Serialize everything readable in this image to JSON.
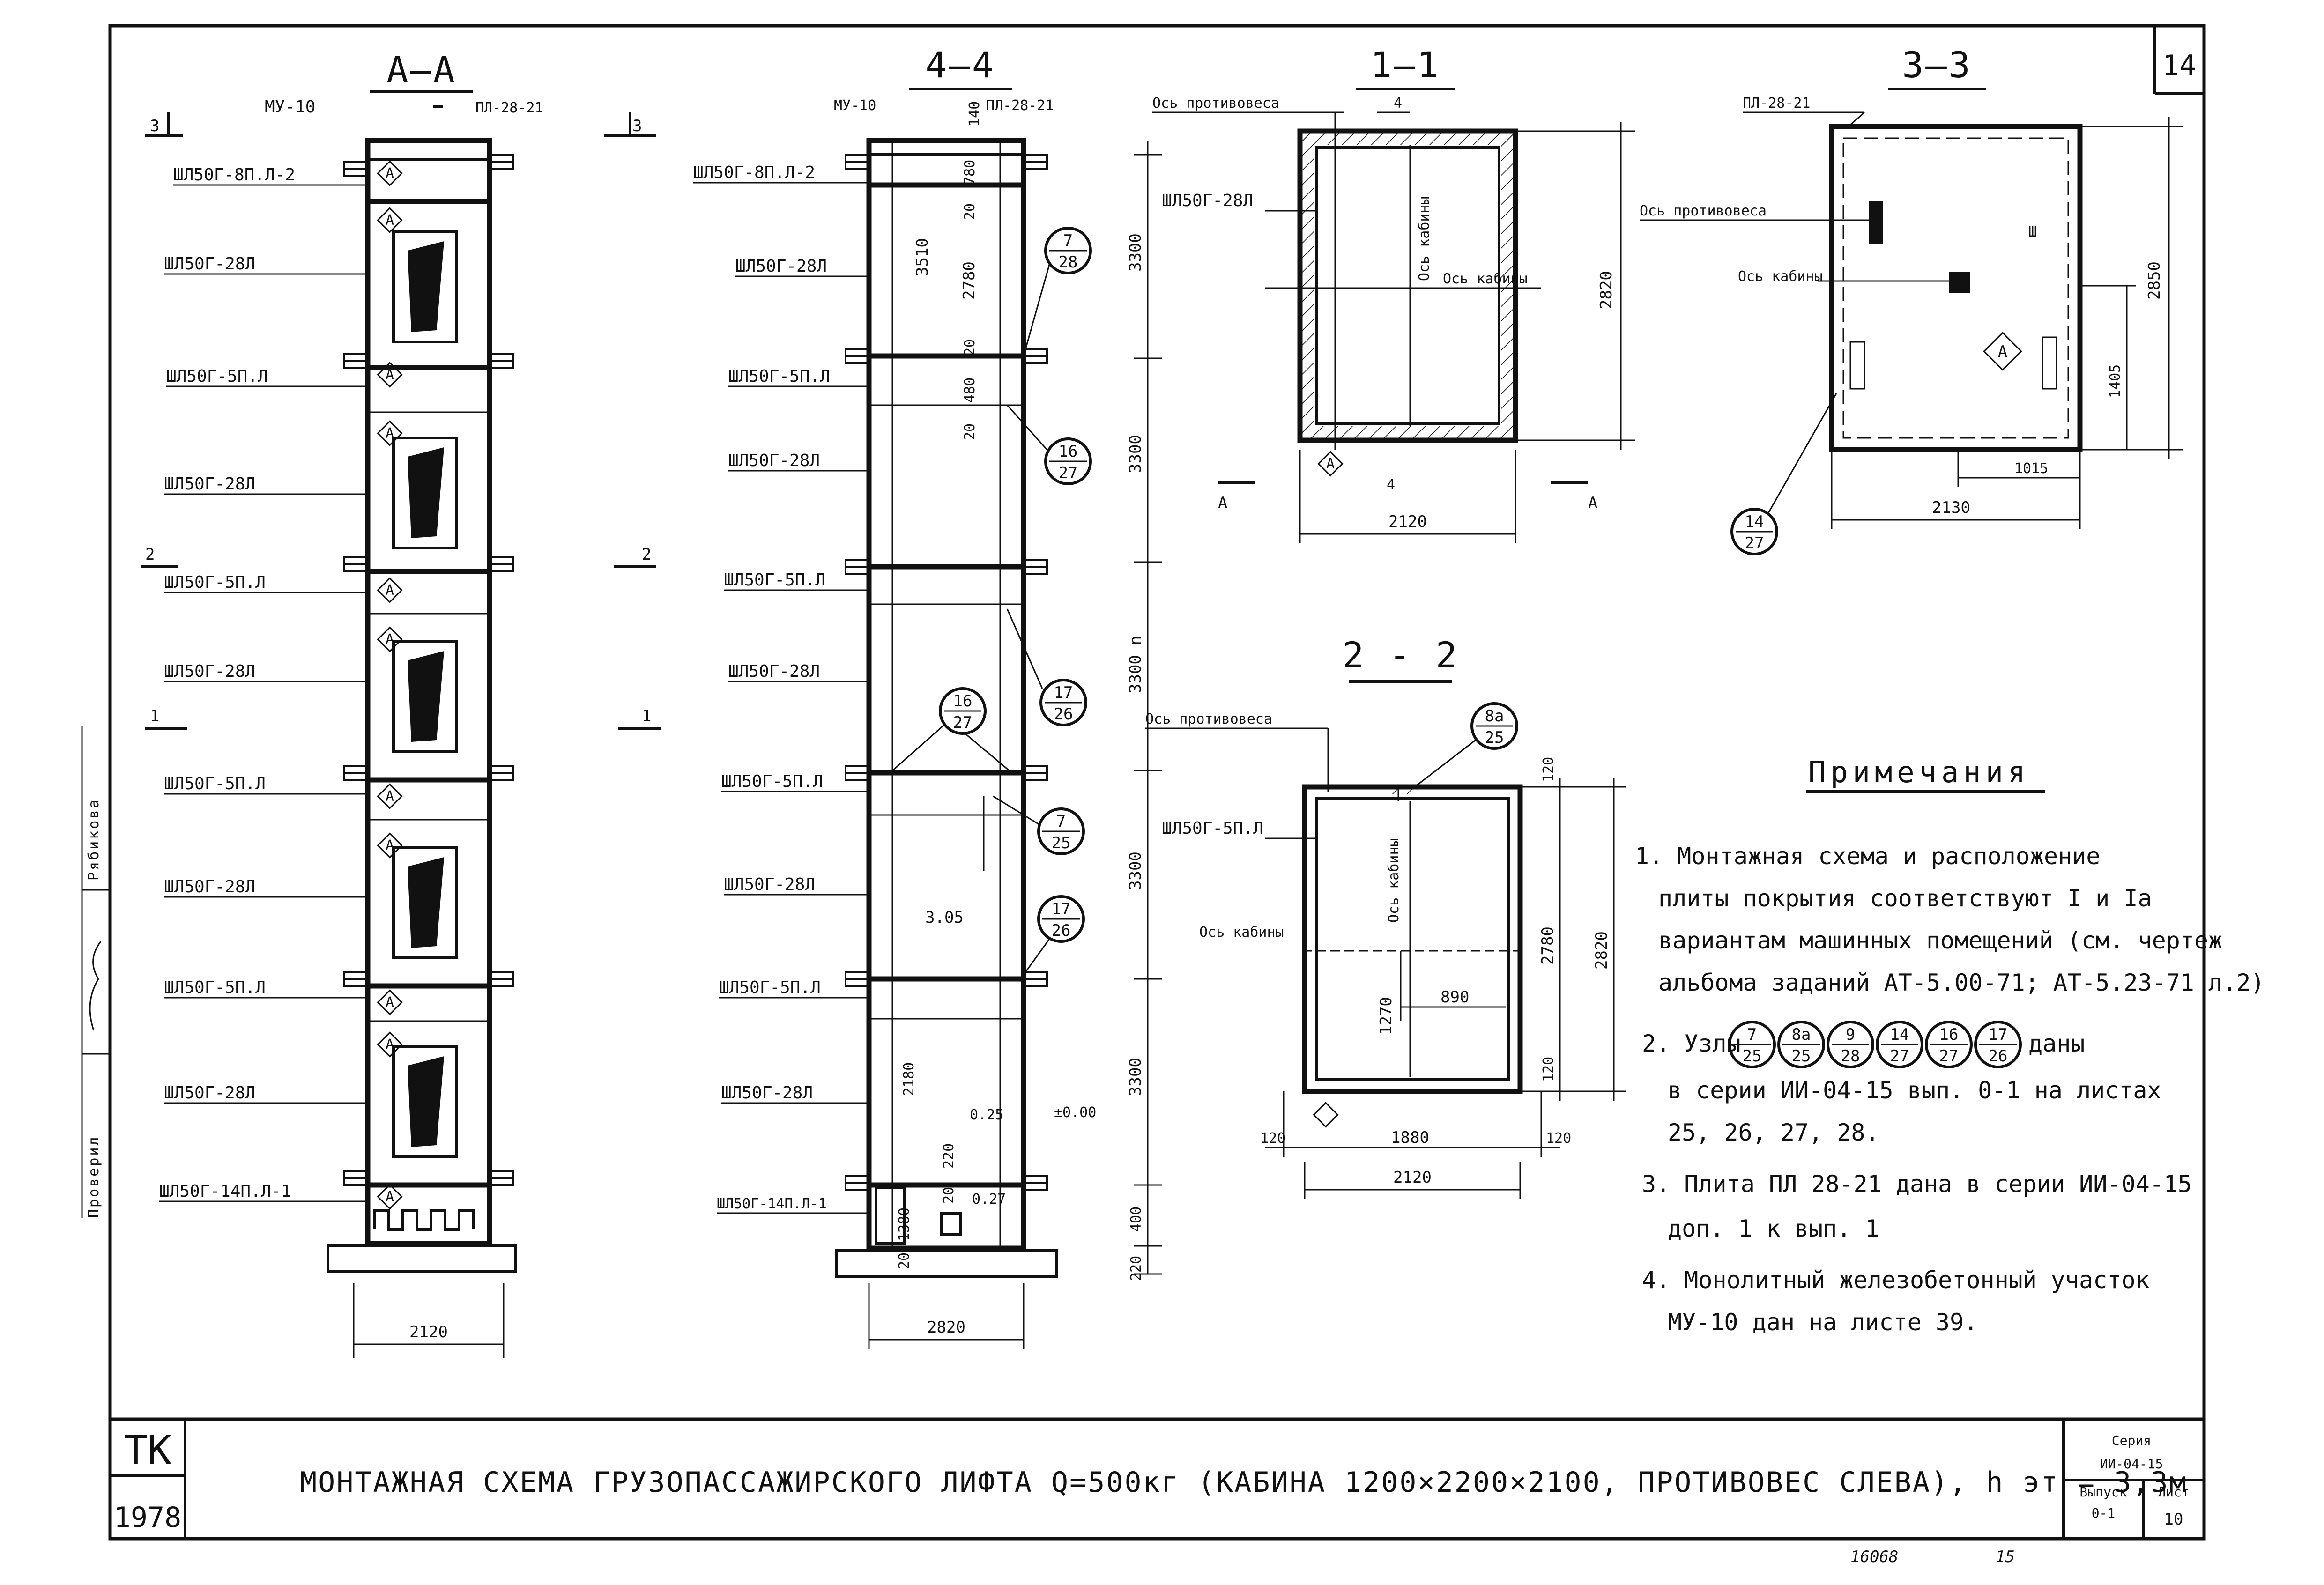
{
  "sheet_no": "14",
  "sections": {
    "aa": {
      "title": "А–А",
      "mu": "МУ-10",
      "pl": "ПЛ-28-21",
      "cut3": "3",
      "cut2": "2",
      "cut1": "1",
      "node_letter": "А",
      "labels": [
        "ШЛ50Г-8П.Л-2",
        "ШЛ50Г-28Л",
        "ШЛ50Г-5П.Л",
        "ШЛ50Г-28Л",
        "ШЛ50Г-5П.Л",
        "ШЛ50Г-28Л",
        "ШЛ50Г-5П.Л",
        "ШЛ50Г-28Л",
        "ШЛ50Г-5П.Л",
        "ШЛ50Г-28Л",
        "ШЛ50Г-14П.Л-1"
      ],
      "width_dim": "2120"
    },
    "s44": {
      "title": "4–4",
      "mu": "МУ-10",
      "pl": "ПЛ-28-21",
      "labels": [
        "ШЛ50Г-8П.Л-2",
        "ШЛ50Г-28Л",
        "ШЛ50Г-5П.Л",
        "ШЛ50Г-28Л",
        "ШЛ50Г-5П.Л",
        "ШЛ50Г-28Л",
        "ШЛ50Г-5П.Л",
        "ШЛ50Г-28Л",
        "ШЛ50Г-5П.Л",
        "ШЛ50Г-28Л",
        "ШЛ50Г-14П.Л-1"
      ],
      "inner_dims": [
        "140",
        "780",
        "3510",
        "20",
        "2780",
        "20",
        "480",
        "20",
        "3.05",
        "2180",
        "220",
        "20",
        "0.25",
        "0.27",
        "1380",
        "20",
        "±0.00"
      ],
      "level_dims": [
        "3300",
        "3300",
        "3300 n",
        "3300",
        "3300",
        "400",
        "220"
      ],
      "nodes": [
        {
          "num": "7",
          "den": "28"
        },
        {
          "num": "16",
          "den": "27"
        },
        {
          "num": "17",
          "den": "26"
        },
        {
          "num": "16",
          "den": "27"
        },
        {
          "num": "7",
          "den": "25"
        },
        {
          "num": "17",
          "den": "26"
        }
      ],
      "width_dim": "2820"
    },
    "s11": {
      "title": "1–1",
      "axis_cw": "Ось противовеса",
      "dim_top": "4",
      "dim_bot": "4",
      "label": "ШЛ50Г-28Л",
      "axis_cab": "Ось кабины",
      "axis_cab2": "Ось кабины",
      "dim_height": "2820",
      "dim_width": "2120",
      "cut_a": "А",
      "node_letter": "А"
    },
    "s33": {
      "title": "3–3",
      "pl": "ПЛ-28-21",
      "axis_cw": "Ось противовеса",
      "axis_cab": "Ось кабины",
      "node_letter": "А",
      "dim_height": "2850",
      "dim_1405": "1405",
      "dim_1015": "1015",
      "dim_width": "2130",
      "node": {
        "num": "14",
        "den": "27"
      }
    },
    "s22": {
      "title": "2 - 2",
      "axis_cw": "Ось противовеса",
      "node": {
        "num": "8а",
        "den": "25"
      },
      "label": "ШЛ50Г-5П.Л",
      "axis_cab": "Ось кабины",
      "axis_cab_v": "Ось кабины",
      "dims": {
        "d120a": "120",
        "d2780": "2780",
        "d2820": "2820",
        "d120b": "120",
        "d1270": "1270",
        "d890": "890",
        "d120l": "120",
        "d1880": "1880",
        "d120r": "120",
        "d2120": "2120"
      }
    }
  },
  "notes": {
    "heading": "Примечания",
    "n1": [
      "1. Монтажная схема и расположение",
      "плиты покрытия соответствуют I и Iа",
      "вариантам машинных помещений (см. чертеж",
      "альбома заданий АТ-5.00-71; АТ-5.23-71 л.2)"
    ],
    "n2_prefix": "2. Узлы",
    "n2_nodes": [
      {
        "num": "7",
        "den": "25"
      },
      {
        "num": "8а",
        "den": "25"
      },
      {
        "num": "9",
        "den": "28"
      },
      {
        "num": "14",
        "den": "27"
      },
      {
        "num": "16",
        "den": "27"
      },
      {
        "num": "17",
        "den": "26"
      }
    ],
    "n2_suffix": "даны",
    "n2": [
      "в серии ИИ-04-15 вып. 0-1 на листах",
      "25, 26, 27, 28."
    ],
    "n3": [
      "3. Плита ПЛ 28-21 дана в серии ИИ-04-15",
      "доп. 1 к вып. 1"
    ],
    "n4": [
      "4. Монолитный железобетонный участок",
      "МУ-10 дан на листе 39."
    ]
  },
  "title_block": {
    "tk": "ТК",
    "year": "1978",
    "title": "МОНТАЖНАЯ СХЕМА ГРУЗОПАССАЖИРСКОГО ЛИФТА Q=500кг (КАБИНА 1200×2200×2100, ПРОТИВОВЕС СЛЕВА), h эт = 3,3м",
    "seria_label": "Серия",
    "seria": "ИИ-04-15",
    "vypusk_label": "Выпуск",
    "vypusk": "0-1",
    "list_label": "Лист",
    "list": "10"
  },
  "side_stamp": {
    "check": "Проверил",
    "sign": "Рябикова"
  },
  "footer": {
    "archive": "16068",
    "page": "15"
  }
}
